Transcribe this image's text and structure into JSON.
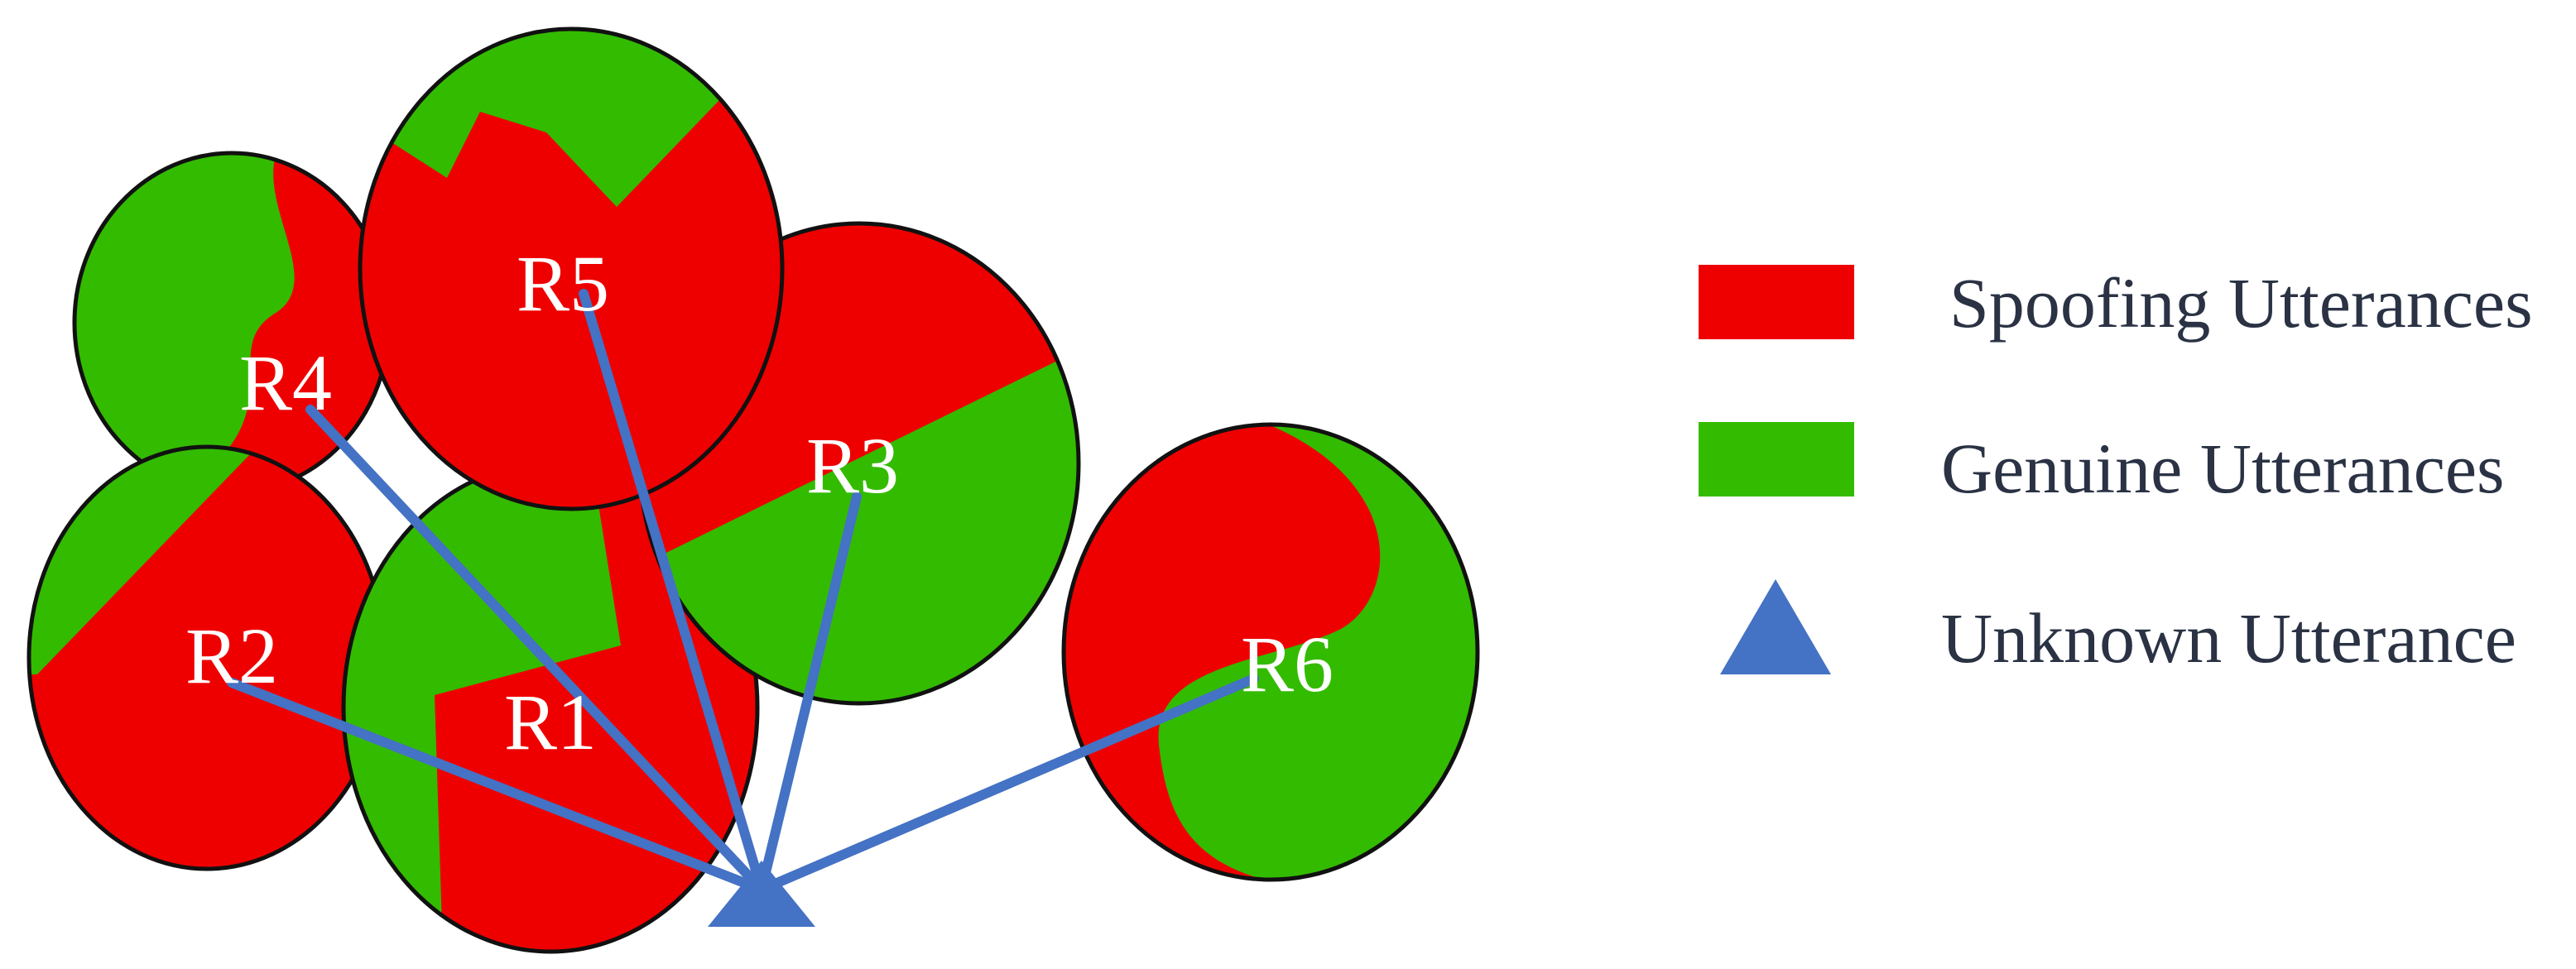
{
  "colors": {
    "spoofing": "#ee0000",
    "genuine": "#33bb00",
    "unknown": "#4472c4",
    "outline": "#111111",
    "region_label": "#ffffff",
    "legend_text": "#2a3244"
  },
  "regions": [
    {
      "id": "R1",
      "label": "R1"
    },
    {
      "id": "R2",
      "label": "R2"
    },
    {
      "id": "R3",
      "label": "R3"
    },
    {
      "id": "R4",
      "label": "R4"
    },
    {
      "id": "R5",
      "label": "R5"
    },
    {
      "id": "R6",
      "label": "R6"
    }
  ],
  "legend": {
    "items": [
      {
        "key": "spoofing",
        "label": "Spoofing Utterances",
        "marker": "red-square"
      },
      {
        "key": "genuine",
        "label": "Genuine Utterances",
        "marker": "green-square"
      },
      {
        "key": "unknown",
        "label": "Unknown Utterance",
        "marker": "blue-triangle"
      }
    ]
  }
}
